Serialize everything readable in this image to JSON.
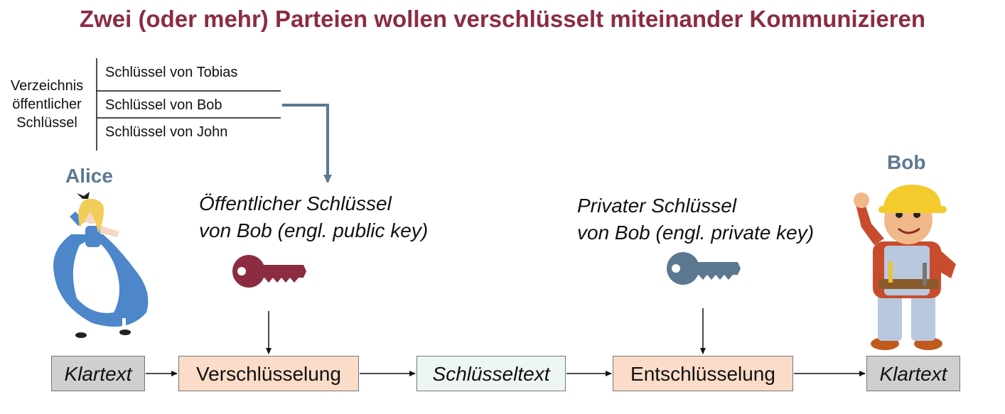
{
  "title": "Zwei (oder mehr) Parteien wollen verschlüsselt miteinander Kommunizieren",
  "directory": {
    "label_lines": [
      "Verzeichnis",
      "öffentlicher",
      "Schlüssel"
    ],
    "entries": [
      "Schlüssel von Tobias",
      "Schlüssel von Bob",
      "Schlüssel von John"
    ]
  },
  "parties": {
    "left": "Alice",
    "right": "Bob"
  },
  "public_key": {
    "lines": [
      "Öffentlicher Schlüssel",
      "von Bob (engl. public key)"
    ],
    "color": "#8b2c42"
  },
  "private_key": {
    "lines": [
      "Privater Schlüssel",
      "von Bob (engl. private key)"
    ],
    "color": "#5c7891"
  },
  "flow": [
    "Klartext",
    "Verschlüsselung",
    "Schlüsseltext",
    "Entschlüsselung",
    "Klartext"
  ],
  "colors": {
    "title": "#8b2c42",
    "accent": "#5c7891",
    "plaintext_box": "#cfcfcf",
    "process_box": "#fbdcc8",
    "cipher_box": "#edf6f1"
  }
}
